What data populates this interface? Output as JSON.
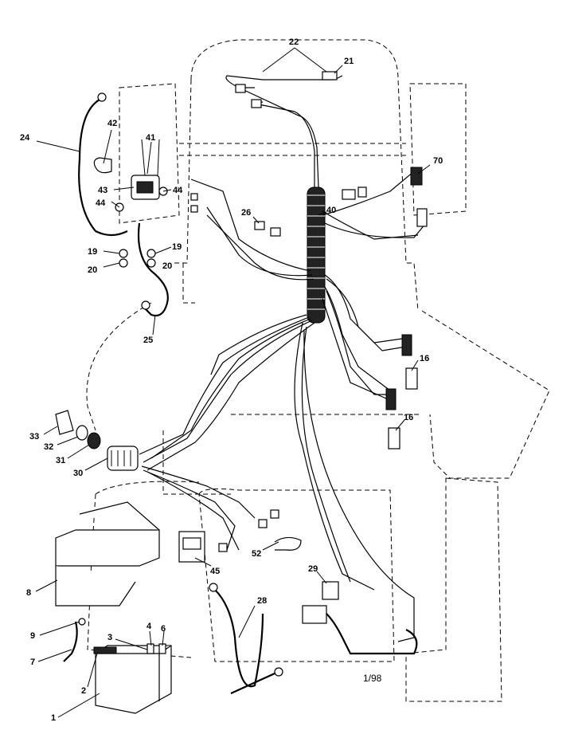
{
  "callouts": [
    {
      "id": "c22",
      "label": "22"
    },
    {
      "id": "c21",
      "label": "21"
    },
    {
      "id": "c24",
      "label": "24"
    },
    {
      "id": "c42",
      "label": "42"
    },
    {
      "id": "c41",
      "label": "41"
    },
    {
      "id": "c43",
      "label": "43"
    },
    {
      "id": "c44a",
      "label": "44"
    },
    {
      "id": "c44b",
      "label": "44"
    },
    {
      "id": "c70",
      "label": "70"
    },
    {
      "id": "c26",
      "label": "26"
    },
    {
      "id": "c40",
      "label": "40"
    },
    {
      "id": "c19a",
      "label": "19"
    },
    {
      "id": "c19b",
      "label": "19"
    },
    {
      "id": "c20a",
      "label": "20"
    },
    {
      "id": "c20b",
      "label": "20"
    },
    {
      "id": "c25",
      "label": "25"
    },
    {
      "id": "c16a",
      "label": "16"
    },
    {
      "id": "c16b",
      "label": "16"
    },
    {
      "id": "c33",
      "label": "33"
    },
    {
      "id": "c32",
      "label": "32"
    },
    {
      "id": "c31",
      "label": "31"
    },
    {
      "id": "c30",
      "label": "30"
    },
    {
      "id": "c52",
      "label": "52"
    },
    {
      "id": "c45",
      "label": "45"
    },
    {
      "id": "c29",
      "label": "29"
    },
    {
      "id": "c28",
      "label": "28"
    },
    {
      "id": "c8",
      "label": "8"
    },
    {
      "id": "c9",
      "label": "9"
    },
    {
      "id": "c7",
      "label": "7"
    },
    {
      "id": "c3",
      "label": "3"
    },
    {
      "id": "c4",
      "label": "4"
    },
    {
      "id": "c6",
      "label": "6"
    },
    {
      "id": "c2",
      "label": "2"
    },
    {
      "id": "c1",
      "label": "1"
    }
  ],
  "footer": {
    "date_code": "1/98"
  }
}
